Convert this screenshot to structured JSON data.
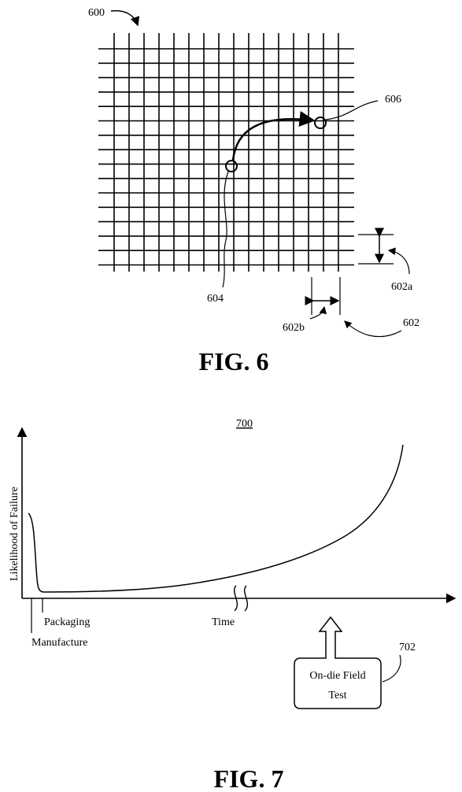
{
  "fig6": {
    "ref_600": "600",
    "ref_606": "606",
    "ref_604": "604",
    "ref_602a": "602a",
    "ref_602b": "602b",
    "ref_602": "602",
    "caption": "FIG. 6",
    "grid": {
      "rows": 16,
      "cols": 16
    }
  },
  "fig7": {
    "ref_700": "700",
    "y_axis_label": "Likelihood of Failure",
    "x_axis_label": "Time",
    "packaging_label": "Packaging",
    "manufacture_label": "Manufacture",
    "box_line1": "On-die Field",
    "box_line2": "Test",
    "ref_702": "702",
    "caption": "FIG. 7"
  }
}
